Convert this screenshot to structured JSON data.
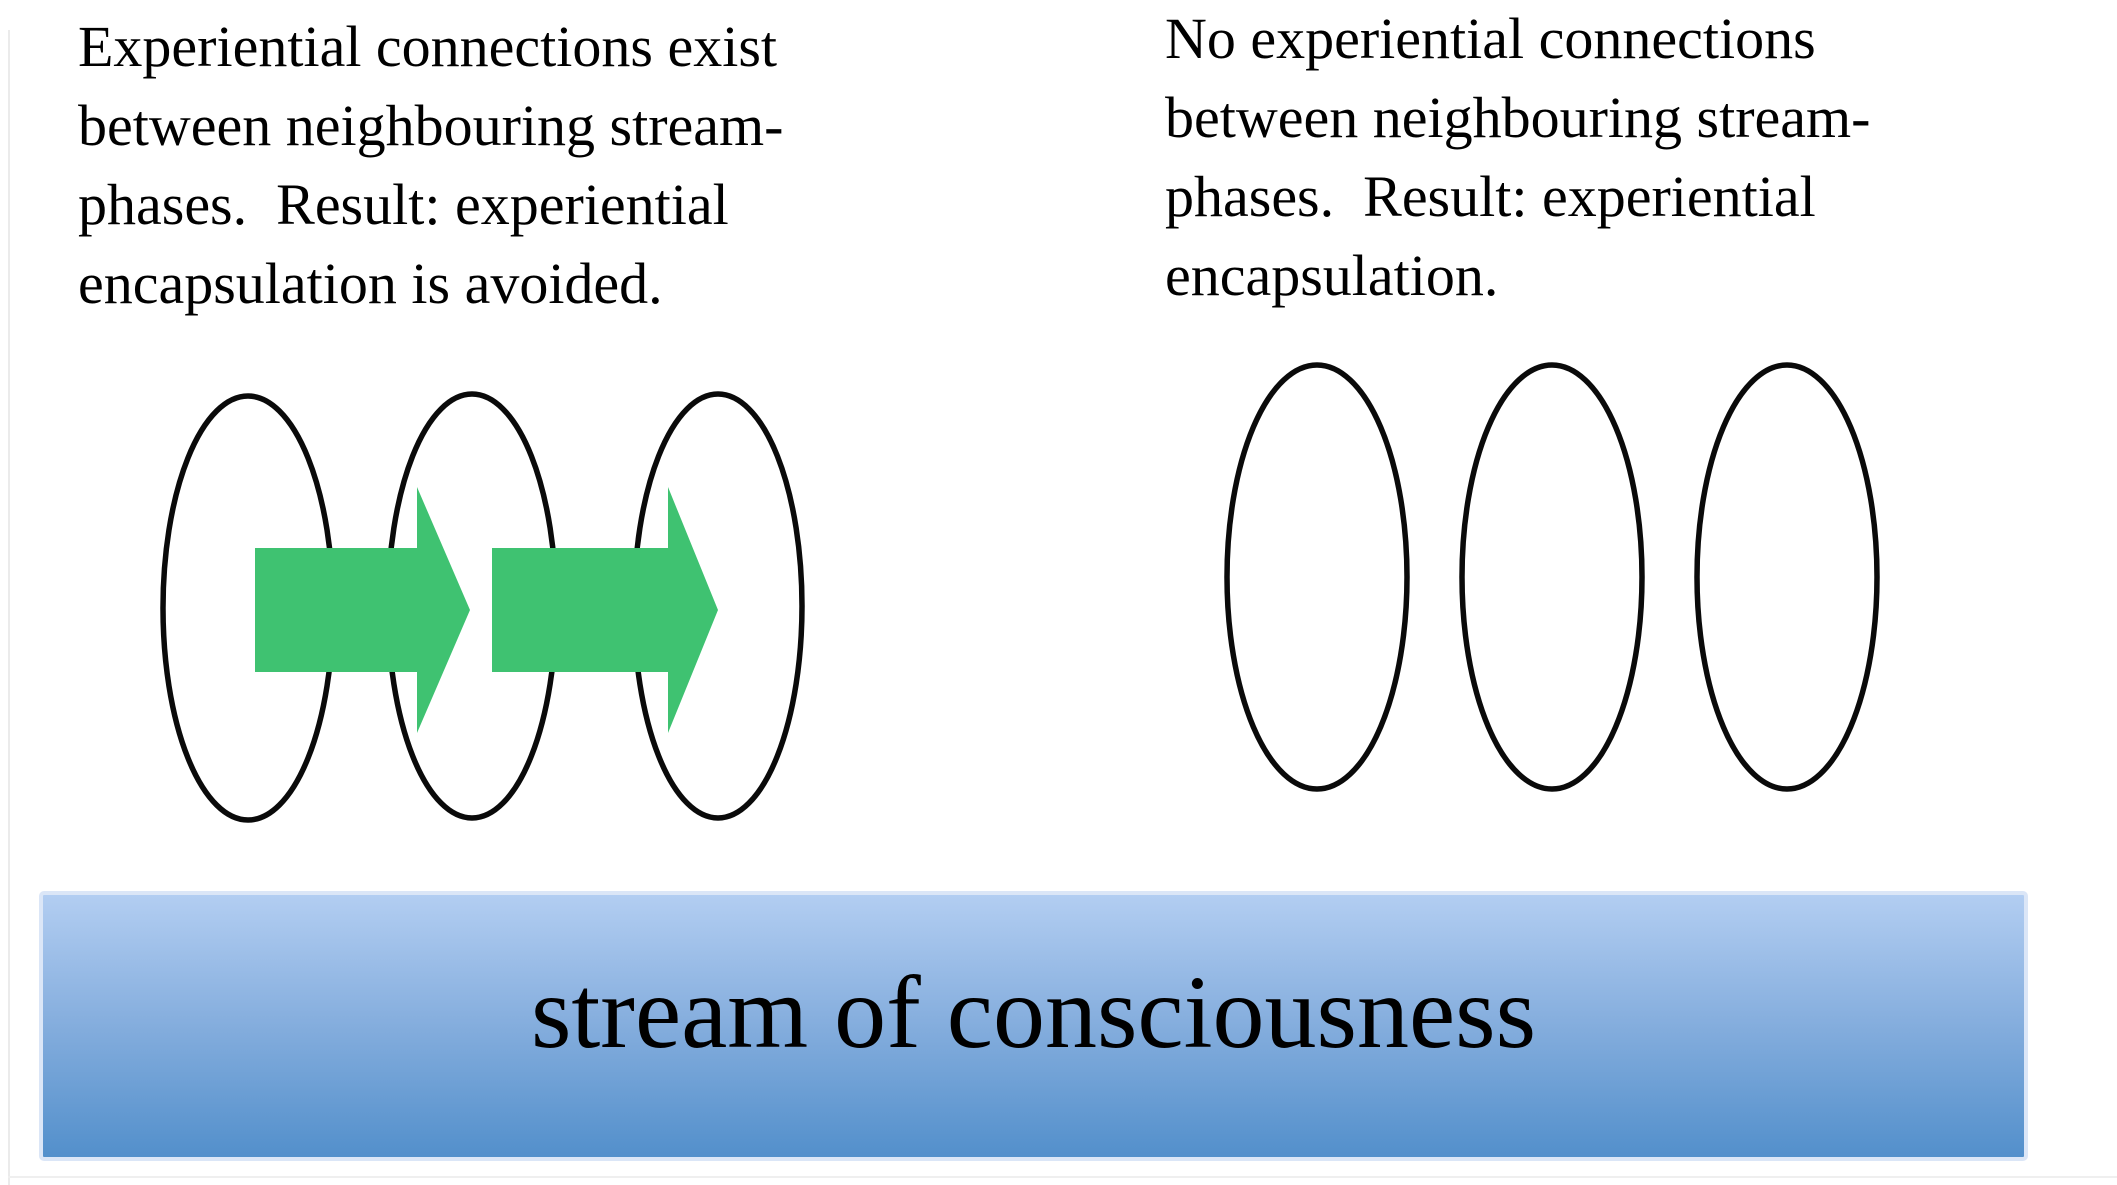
{
  "left_panel": {
    "caption_lines": [
      "Experiential connections exist",
      "between neighbouring stream-",
      "phases.  Result: experiential",
      "encapsulation is avoided."
    ],
    "phase_count": 3,
    "connection_count": 2
  },
  "right_panel": {
    "caption_lines": [
      "No experiential connections",
      "between neighbouring stream-",
      "phases.  Result: experiential",
      "encapsulation."
    ],
    "phase_count": 3,
    "connection_count": 0
  },
  "banner": {
    "label": "stream of consciousness"
  },
  "colors": {
    "arrow_green": "#3fc271",
    "ellipse_stroke": "#0a0a0a",
    "caption_text": "#000000",
    "banner_top": "#b3cef2",
    "banner_mid": "#84addd",
    "banner_bottom": "#528fcb",
    "banner_border": "#dbe6f7"
  }
}
